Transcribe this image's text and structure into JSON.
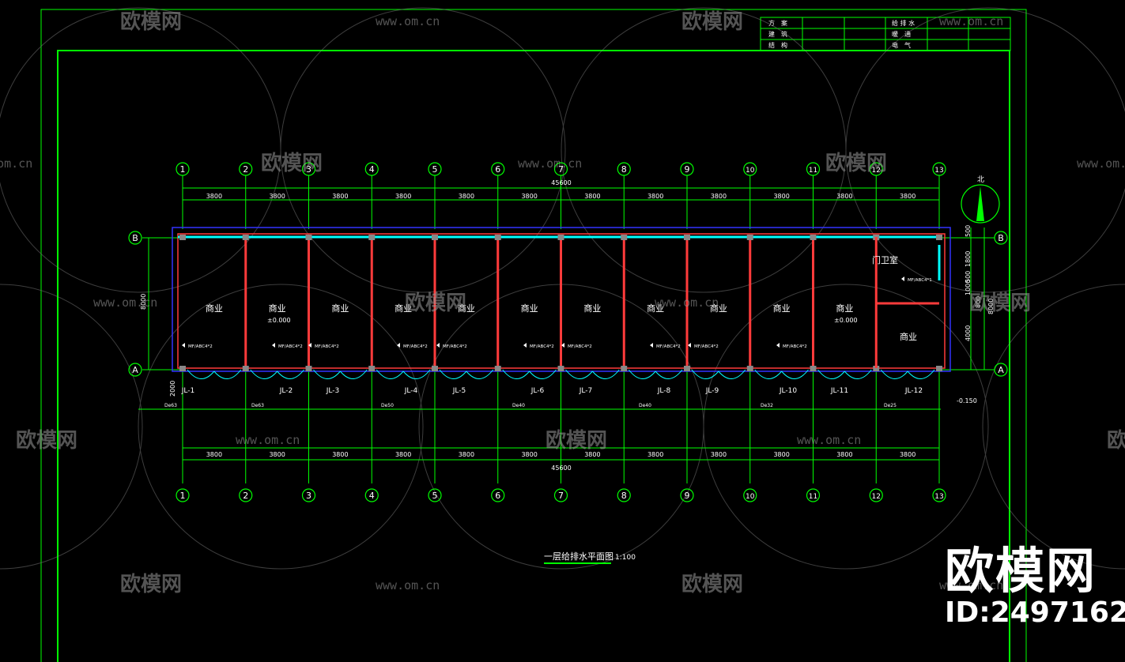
{
  "title_block": {
    "rows": [
      {
        "left": "方　案",
        "right": "给 排 水"
      },
      {
        "left": "建　筑",
        "right": "暖　通"
      },
      {
        "left": "结　构",
        "right": "电　气"
      }
    ]
  },
  "axes": {
    "columns": [
      "1",
      "2",
      "3",
      "4",
      "5",
      "6",
      "7",
      "8",
      "9",
      "10",
      "11",
      "12",
      "13"
    ],
    "rows_left": [
      "B",
      "A"
    ],
    "rows_right": [
      "B",
      "A"
    ]
  },
  "dimensions": {
    "bay": "3800",
    "total": "45600",
    "left_height": "8000",
    "right_dims": [
      "500",
      "1800",
      "500",
      "1000",
      "800",
      "4000",
      "8000"
    ],
    "bottom_offset": "2000",
    "level_outside": "-0.150"
  },
  "rooms": {
    "shops": [
      "商业",
      "商业",
      "商业",
      "商业",
      "商业",
      "商业",
      "商业",
      "商业",
      "商业",
      "商业",
      "商业"
    ],
    "guard": "门卫室",
    "corner_shop": "商业",
    "levels": [
      "±0.000",
      "±0.000"
    ]
  },
  "extinguishers": [
    "MF/ABC4*2",
    "MF/ABC4*2",
    "MF/ABC4*2",
    "MF/ABC4*2",
    "MF/ABC4*2",
    "MF/ABC4*2",
    "MF/ABC4*2",
    "MF/ABC4*2",
    "MF/ABC4*2",
    "MF/ABC4*2",
    "MF/ABC4*1"
  ],
  "risers": [
    "JL-1",
    "JL-2",
    "JL-3",
    "JL-4",
    "JL-5",
    "JL-6",
    "JL-7",
    "JL-8",
    "JL-9",
    "JL-10",
    "JL-11",
    "JL-12"
  ],
  "pipes": [
    "De63",
    "De63",
    "De50",
    "De40",
    "De40",
    "De32",
    "De25"
  ],
  "compass": "北",
  "drawing_title": "一层给排水平面图",
  "drawing_scale": "1:100",
  "watermarks": {
    "logo": "欧模网",
    "url": "www.om.cn"
  },
  "brand": {
    "name": "欧模网",
    "id": "ID:2497162"
  },
  "colors": {
    "frame": "#00ff00",
    "wall": "#ff3b3b",
    "window": "#00ffff",
    "outline": "#3333ff",
    "text": "#ffffff",
    "dim": "#00ff00"
  }
}
